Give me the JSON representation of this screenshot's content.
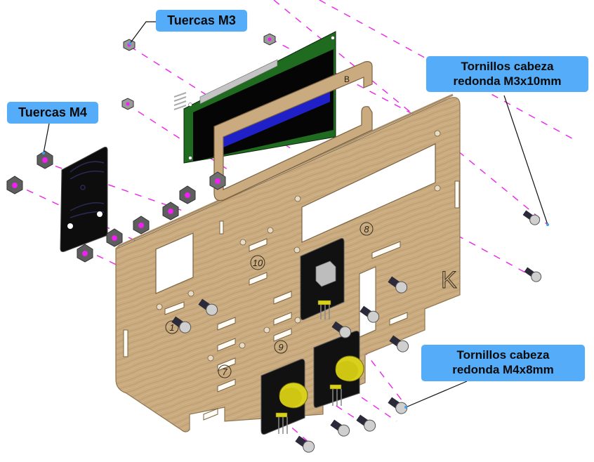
{
  "diagram": {
    "type": "exploded-assembly",
    "callouts": {
      "nuts_m3": "Tuercas M3",
      "nuts_m4": "Tuercas M4",
      "screws_m3": {
        "line1": "Tornillos cabeza",
        "line2": "redonda M3x10mm"
      },
      "screws_m4": {
        "line1": "Tornillos cabeza",
        "line2": "redonda M4x8mm"
      }
    },
    "part_labels": {
      "frame_letter": "B",
      "board_letter": "K",
      "slot_numbers": [
        "1",
        "7",
        "8",
        "9",
        "10"
      ]
    },
    "colors": {
      "callout_bg": "#55acf8",
      "wood": "#c7a97c",
      "wood_edge": "#8f7450",
      "axis_line": "#ee22ee",
      "lcd_pcb": "#1f6b1f",
      "lcd_screen": "#2020c8",
      "button_cap": "#d8d01a",
      "module_pcb": "#1a1a1a"
    }
  }
}
